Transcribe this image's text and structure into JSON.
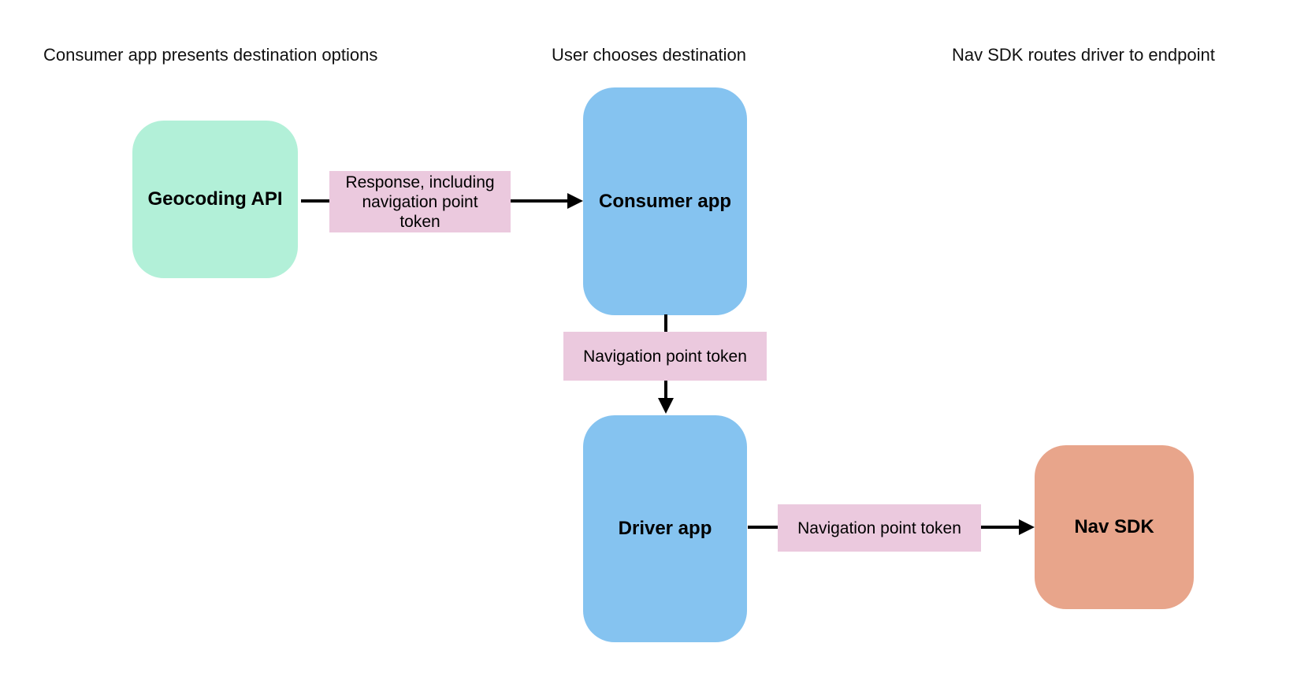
{
  "colors": {
    "background": "#FFFFFF",
    "text": "#111111",
    "node_green": "#B2F0D8",
    "node_blue": "#85C3F0",
    "node_orange": "#E8A58B",
    "label_pink": "#EBC9DE",
    "arrow": "#000000"
  },
  "headers": [
    {
      "label": "Consumer app presents destination options"
    },
    {
      "label": "User chooses destination"
    },
    {
      "label": "Nav SDK routes driver to endpoint"
    }
  ],
  "nodes": [
    {
      "id": "geocoding-api",
      "label": "Geocoding API",
      "color": "#B2F0D8"
    },
    {
      "id": "consumer-app",
      "label": "Consumer app",
      "color": "#85C3F0"
    },
    {
      "id": "driver-app",
      "label": "Driver app",
      "color": "#85C3F0"
    },
    {
      "id": "nav-sdk",
      "label": "Nav SDK",
      "color": "#E8A58B"
    }
  ],
  "edges": [
    {
      "from": "geocoding-api",
      "to": "consumer-app",
      "direction": "right",
      "label": "Response, including\nnavigation point\ntoken"
    },
    {
      "from": "consumer-app",
      "to": "driver-app",
      "direction": "down",
      "label": "Navigation point token"
    },
    {
      "from": "driver-app",
      "to": "nav-sdk",
      "direction": "right",
      "label": "Navigation point token"
    }
  ]
}
